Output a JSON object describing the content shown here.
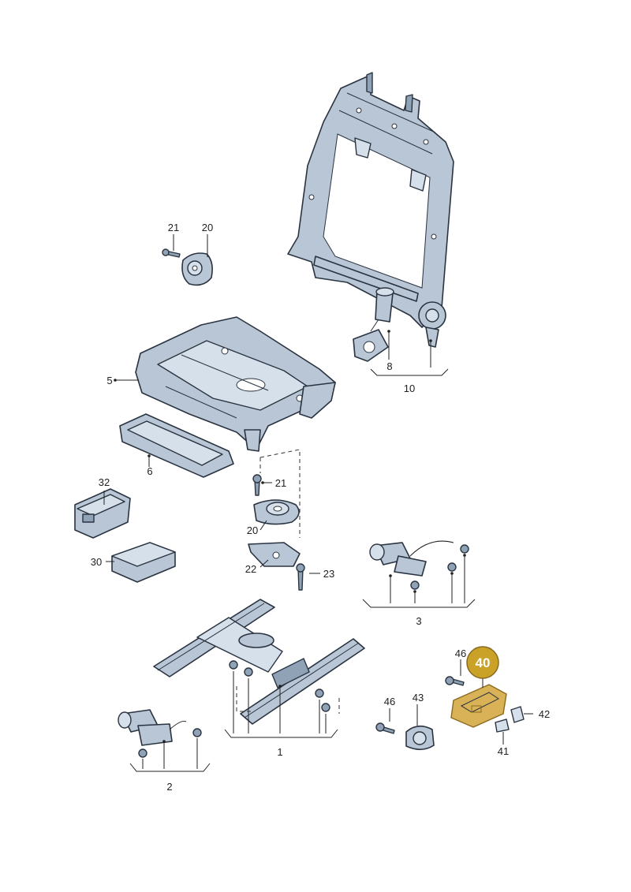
{
  "callouts": {
    "c1": "1",
    "c2": "2",
    "c3": "3",
    "c5": "5",
    "c6": "6",
    "c8": "8",
    "c10": "10",
    "c20a": "20",
    "c20b": "20",
    "c21a": "21",
    "c21b": "21",
    "c22": "22",
    "c23": "23",
    "c30": "30",
    "c32": "32",
    "c41": "41",
    "c42": "42",
    "c43": "43",
    "c46a": "46",
    "c46b": "46"
  },
  "highlight": {
    "label": "40",
    "color": "#c9a227"
  }
}
